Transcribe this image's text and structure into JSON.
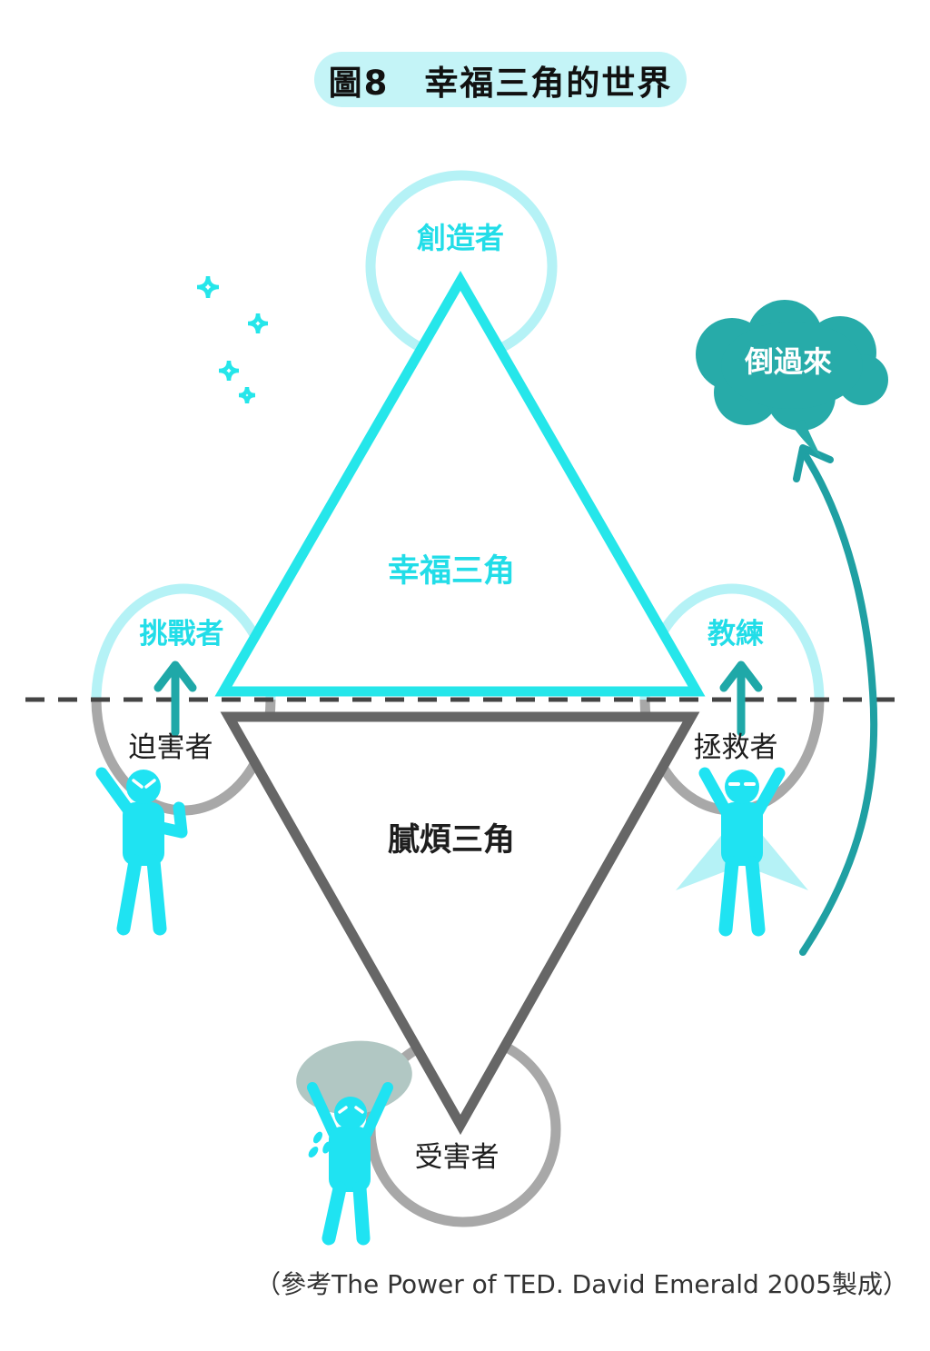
{
  "figure": {
    "title": "圖8　幸福三角的世界",
    "caption": "（參考The Power of TED. David Emerald 2005製成）"
  },
  "happy_triangle": {
    "label": "幸福三角",
    "creator": "創造者",
    "challenger": "挑戰者",
    "coach": "教練"
  },
  "drama_triangle": {
    "label": "膩煩三角",
    "persecutor": "迫害者",
    "rescuer": "拯救者",
    "victim": "受害者"
  },
  "speech_bubble": {
    "text": "倒過來"
  },
  "colors": {
    "cyan": "#25e6ea",
    "cyan_text": "#22dde8",
    "light_cyan": "#b5f2f6",
    "pill_bg": "#c4f4f7",
    "teal": "#1fa8a8",
    "gray_ring": "#a8a8a8",
    "dark_gray_triangle": "#666666",
    "burden_blob": "#b1c7c3",
    "text_black": "#1e1e1e",
    "bubble_text": "#ffffff"
  },
  "icons": [
    {
      "name": "sparkle-icon",
      "shape": "four-point star outline, cyan"
    },
    {
      "name": "up-arrow-icon",
      "shape": "teal arrow crossing dashed boundary"
    },
    {
      "name": "flip-arrow-icon",
      "shape": "teal curved arrow pointing to speech bubble"
    },
    {
      "name": "persecutor-figure-icon",
      "shape": "cyan angry person"
    },
    {
      "name": "rescuer-figure-icon",
      "shape": "cyan caped hero person"
    },
    {
      "name": "victim-figure-icon",
      "shape": "cyan person carrying heavy blob, crying"
    }
  ]
}
